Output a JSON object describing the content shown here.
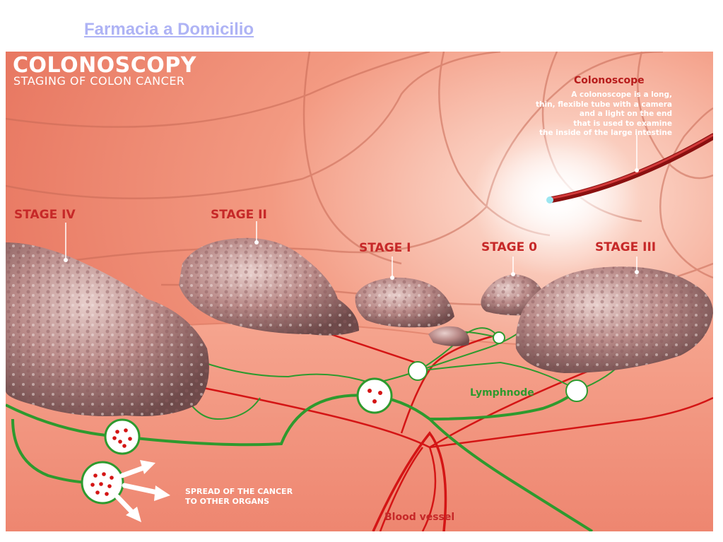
{
  "link": {
    "text": "Farmacia a Domicilio"
  },
  "illustration": {
    "title": "COLONOSCOPY",
    "subtitle": "STAGING OF COLON CANCER",
    "stages": {
      "iv": "STAGE IV",
      "ii": "STAGE II",
      "i": "STAGE I",
      "zero": "STAGE 0",
      "iii": "STAGE III"
    },
    "colonoscope": {
      "title": "Colonoscope",
      "description": "A colonoscope is a long,\nthin, flexible tube with a camera\nand a light on the end\nthat is used to examine\nthe inside of the large intestine"
    },
    "lymphnode_label": "Lymphnode",
    "spread_label": "SPREAD OF THE CANCER\nTO OTHER ORGANS",
    "blood_vessel_label": "Blood vessel",
    "colors": {
      "tissue": "#f08a72",
      "tissue_light": "#f7b09c",
      "ridge": "#c86a56",
      "stage_text": "#c62828",
      "lymph_vessel": "#2e9a2e",
      "blood_vessel": "#d41515",
      "link": "#aeb3f5"
    }
  }
}
